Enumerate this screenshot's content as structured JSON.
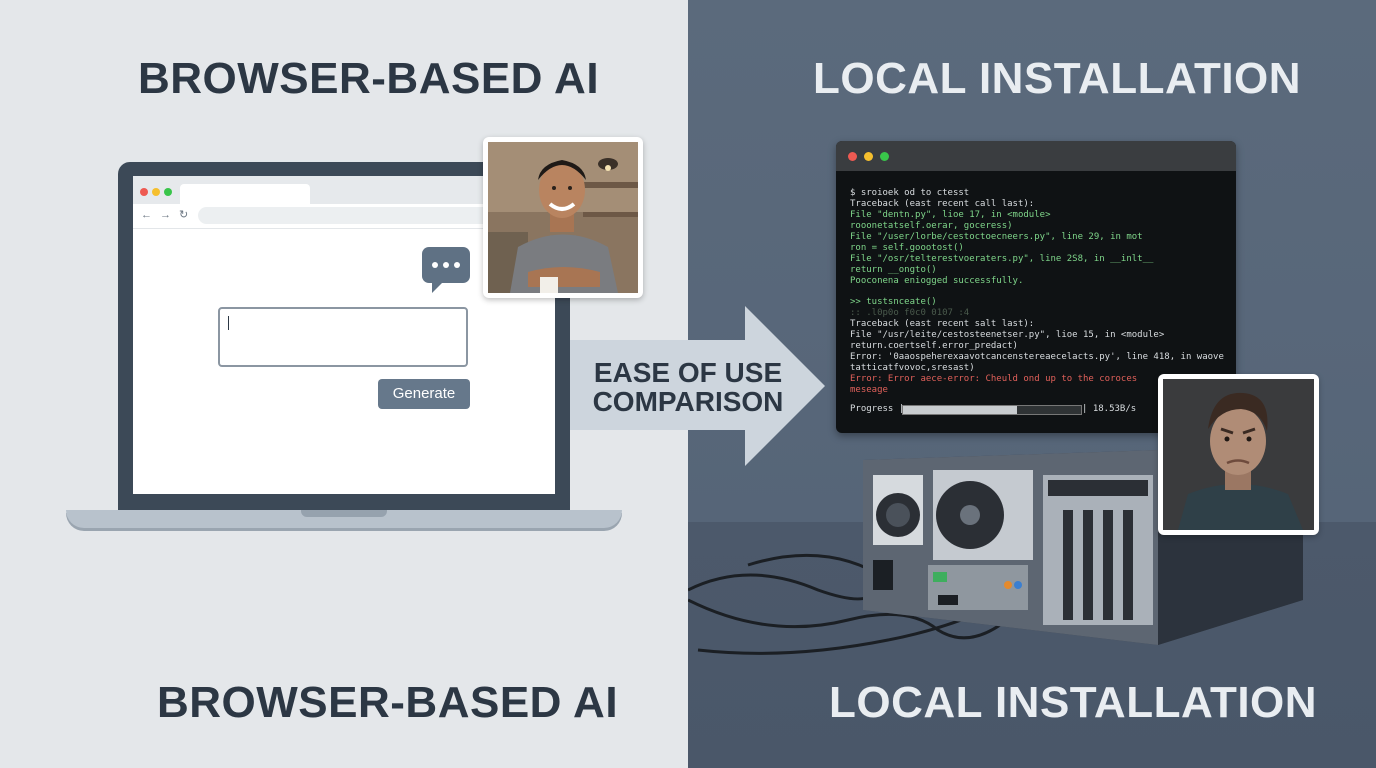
{
  "left": {
    "title_top": "BROWSER-BASED AI",
    "title_bottom": "BROWSER-BASED AI",
    "browser": {
      "nav_back": "←",
      "nav_forward": "→",
      "nav_reload": "↻",
      "input_value": "",
      "generate_label": "Generate"
    }
  },
  "center": {
    "arrow_label_line1": "EASE OF USE",
    "arrow_label_line2": "COMPARISON"
  },
  "right": {
    "title_top": "LOCAL INSTALLATION",
    "title_bottom": "LOCAL INSTALLATION",
    "terminal": {
      "lines": [
        "$ sroioek od to ctesst",
        "Traceback (east recent call last):",
        "  File \"dentn.py\", lioe 17, in <module>",
        "    rooonetatself.oerar, goceress)",
        "  File \"/user/lorbe/cestoctoecneers.py\", line 29, in mot",
        "    ron = self.goootost()",
        "  File \"/osr/telterestvoeraters.py\", line 2S8, in __inlt__",
        "    return __ongto()",
        "Pooconena eniogged successfully.",
        "",
        ">> tustsnceate()",
        ":: .l0p0o f0c0 0107 :4",
        "Traceback (east recent salt last):",
        "  File \"/usr/leite/cestosteenetser.py\", lioe 15, in <module>",
        "    return.coertself.error_predact)",
        "Error: '0aaospeherexaavotcancenstereaecelacts.py', line 418, in waove",
        "  tatticatfvovoc,sresast)",
        "Error: Error aece-error: Cheuld ond up to the coroces",
        "meseage",
        "",
        "Progress  |",
        "| 18.53B/s"
      ],
      "progress_fraction": 0.64,
      "dot_colors": [
        "#ee5a52",
        "#f5bf2e",
        "#39c54a"
      ]
    }
  },
  "colors": {
    "left_bg": "#e4e7ea",
    "right_bg": "#5b6a7c",
    "heading_dark": "#2c3744",
    "heading_light": "#e9edf1",
    "button": "#66788b"
  }
}
